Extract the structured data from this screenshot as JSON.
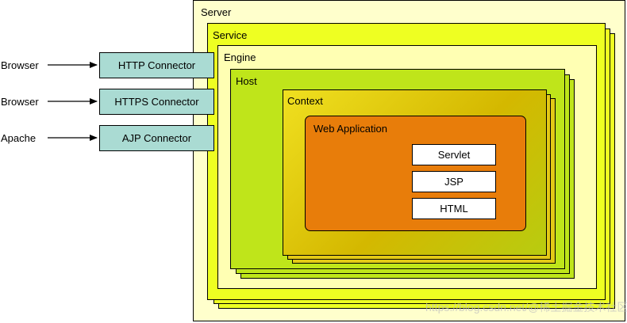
{
  "server": {
    "label": "Server"
  },
  "service": {
    "label": "Service"
  },
  "engine": {
    "label": "Engine"
  },
  "host": {
    "label": "Host"
  },
  "context": {
    "label": "Context"
  },
  "web_application": {
    "label": "Web Application",
    "components": [
      "Servlet",
      "JSP",
      "HTML"
    ]
  },
  "connectors": [
    {
      "client": "Browser",
      "label": "HTTP Connector"
    },
    {
      "client": "Browser",
      "label": "HTTPS Connector"
    },
    {
      "client": "Apache",
      "label": "AJP Connector"
    }
  ],
  "colors": {
    "server_bg": "#ffffcc",
    "service_bg": "#eeff22",
    "engine_bg": "#ffffb3",
    "host_bg": "#bfe51a",
    "context_bg": "#e3c916",
    "web_application_bg": "#e87d0a",
    "connector_bg": "#aadbd3"
  },
  "watermark": "https://blog.csdn.net/@稀土掘金技术社区"
}
